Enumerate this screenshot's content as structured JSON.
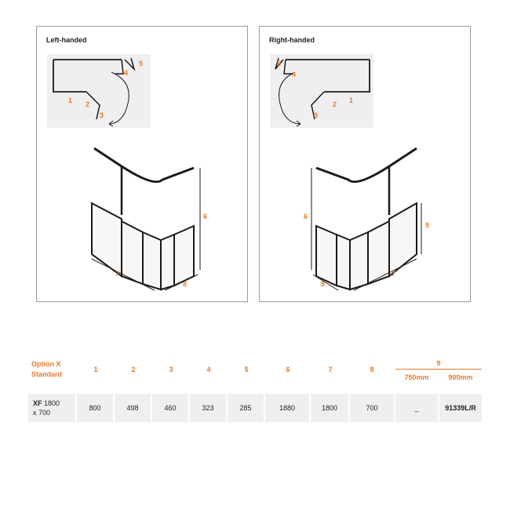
{
  "panels": {
    "left": {
      "title": "Left-handed",
      "labels": [
        "1",
        "2",
        "3",
        "4",
        "5",
        "6",
        "7",
        "8"
      ]
    },
    "right": {
      "title": "Right-handed",
      "labels": [
        "1",
        "2",
        "3",
        "4",
        "5",
        "6",
        "7",
        "8",
        "9"
      ]
    }
  },
  "table": {
    "option_label_line1": "Option X",
    "option_label_line2": "Standard",
    "columns": [
      "1",
      "2",
      "3",
      "4",
      "5",
      "6",
      "7",
      "8"
    ],
    "group_header": "9",
    "sub_columns": [
      "750mm",
      "900mm"
    ],
    "row": {
      "model_bold": "XF",
      "model_rest_line1": " 1800",
      "model_rest_line2": "x 700",
      "values": [
        "800",
        "498",
        "460",
        "323",
        "285",
        "1880",
        "1800",
        "700"
      ],
      "val_750": "_",
      "val_900": "91339L/R"
    }
  },
  "colors": {
    "accent": "#e8792a",
    "frame": "#1a1a1a",
    "cell_bg": "#efefef"
  }
}
